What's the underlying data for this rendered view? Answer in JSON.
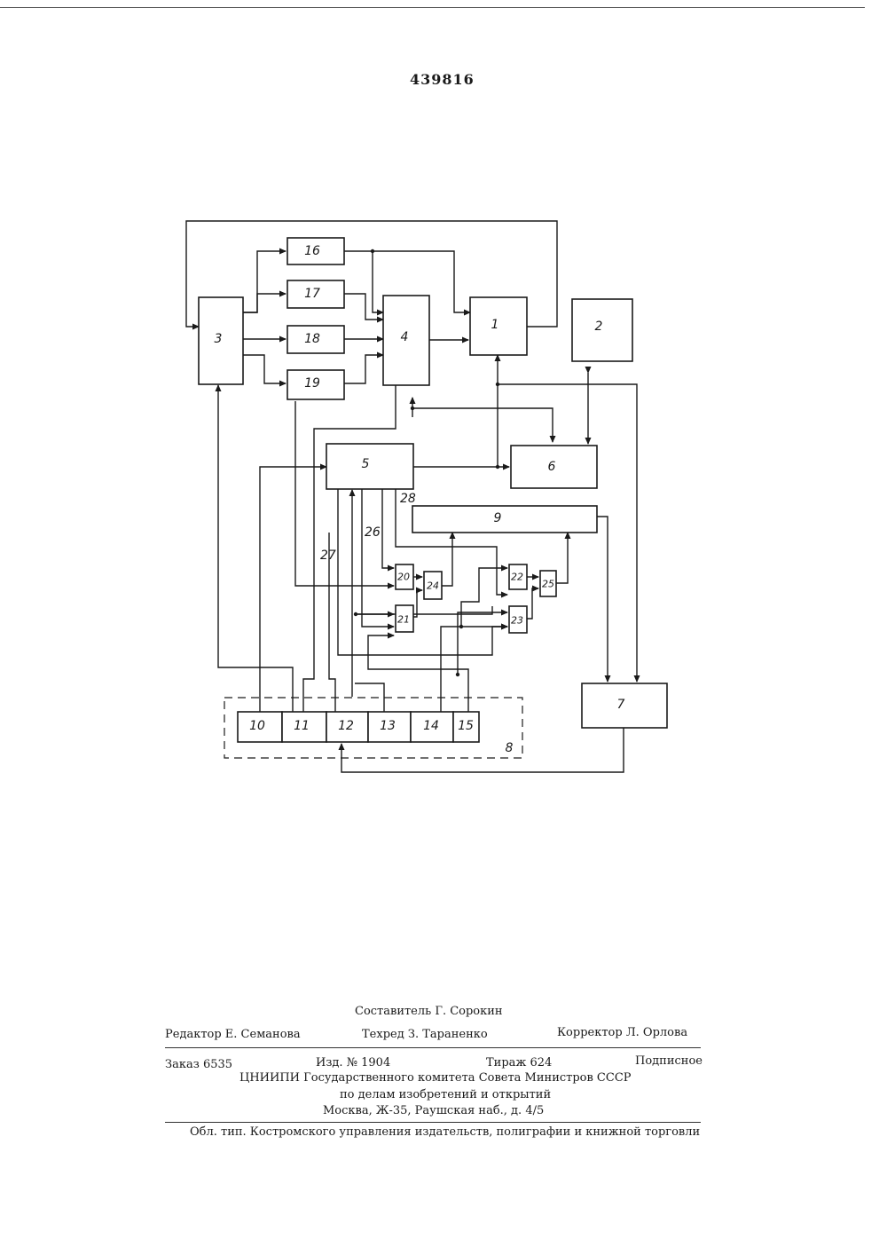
{
  "patent_number": "439816",
  "blocks": {
    "b1": "1",
    "b2": "2",
    "b3": "3",
    "b4": "4",
    "b5": "5",
    "b6": "6",
    "b7": "7",
    "b8": "8",
    "b9": "9",
    "b10": "10",
    "b11": "11",
    "b12": "12",
    "b13": "13",
    "b14": "14",
    "b15": "15",
    "b16": "16",
    "b17": "17",
    "b18": "18",
    "b19": "19",
    "b20": "20",
    "b21": "21",
    "b22": "22",
    "b23": "23",
    "b24": "24",
    "b25": "25"
  },
  "wire_labels": {
    "w26": "26",
    "w27": "27",
    "w28": "28"
  },
  "credits": {
    "compiler": "Составитель Г. Сорокин",
    "editor": "Редактор Е. Семанова",
    "techred": "Техред З. Тараненко",
    "corrector": "Корректор Л. Орлова",
    "order": "Заказ 6535",
    "edition": "Изд. № 1904",
    "print_run": "Тираж 624",
    "subscription": "Подписное",
    "org_line1": "ЦНИИПИ Государственного комитета Совета Министров СССР",
    "org_line2": "по делам изобретений и открытий",
    "address": "Москва, Ж-35, Раушская наб., д. 4/5",
    "printer": "Обл. тип. Костромского управления издательств, полиграфии и книжной торговли"
  }
}
